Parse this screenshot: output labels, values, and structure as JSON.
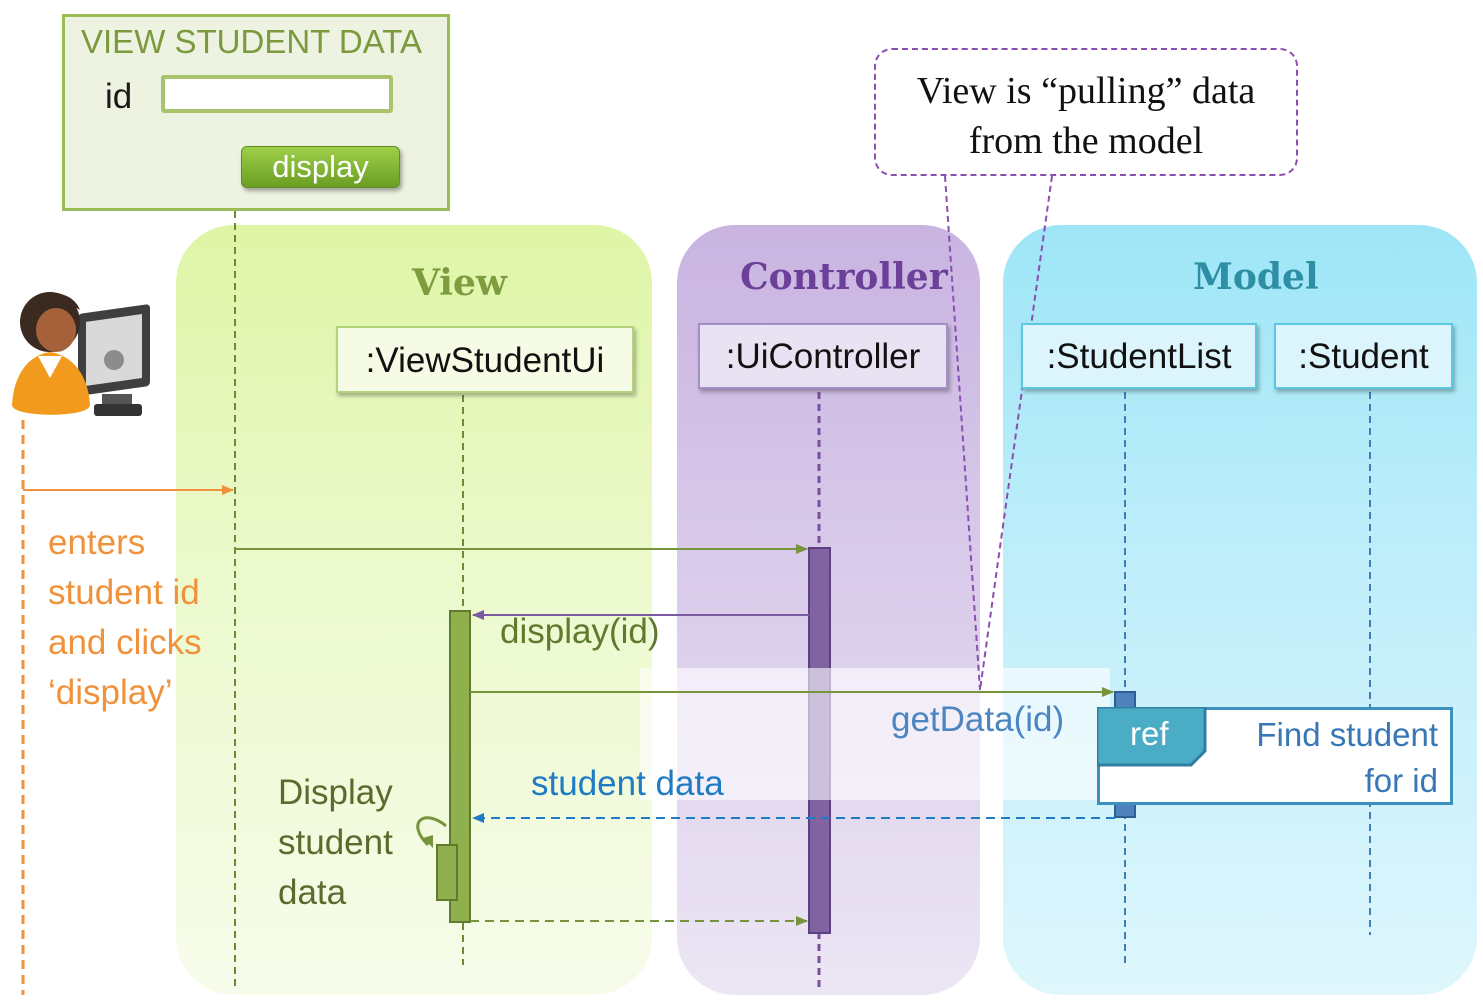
{
  "form": {
    "title": "VIEW STUDENT DATA",
    "id_label": "id",
    "id_value": "",
    "button_label": "display"
  },
  "lanes": {
    "view": "View",
    "controller": "Controller",
    "model": "Model"
  },
  "lifelines": {
    "view_student_ui": ":ViewStudentUi",
    "ui_controller": ":UiController",
    "student_list": ":StudentList",
    "student": ":Student"
  },
  "callout": {
    "line1": "View is “pulling” data",
    "line2": "from the model"
  },
  "actor_note": {
    "line1": "enters",
    "line2": "student id",
    "line3": "and clicks",
    "line4": "‘display’"
  },
  "messages": {
    "display_call": "display(id)",
    "get_data": "getData(id)",
    "student_data": "student data"
  },
  "self_note": {
    "line1": "Display",
    "line2": "student",
    "line3": "data"
  },
  "ref": {
    "tag": "ref",
    "line1": "Find student",
    "line2": "for id"
  },
  "colors": {
    "view_green": "#9bbb59",
    "controller_purple": "#8064a2",
    "model_blue": "#4f81bd",
    "actor_orange": "#f0923b"
  },
  "icons": {
    "actor": "user-at-computer-icon"
  }
}
